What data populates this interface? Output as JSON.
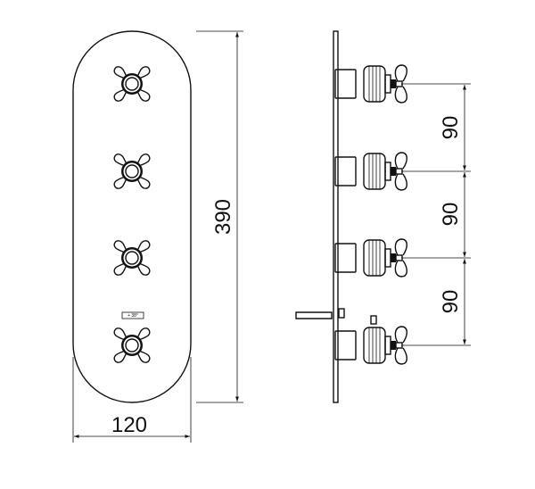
{
  "front_view": {
    "width_label": "120",
    "height_label": "390",
    "handle_count": 4,
    "temperature_mark": "+ 38°"
  },
  "side_view": {
    "spacing_labels": [
      "90",
      "90",
      "90"
    ]
  }
}
